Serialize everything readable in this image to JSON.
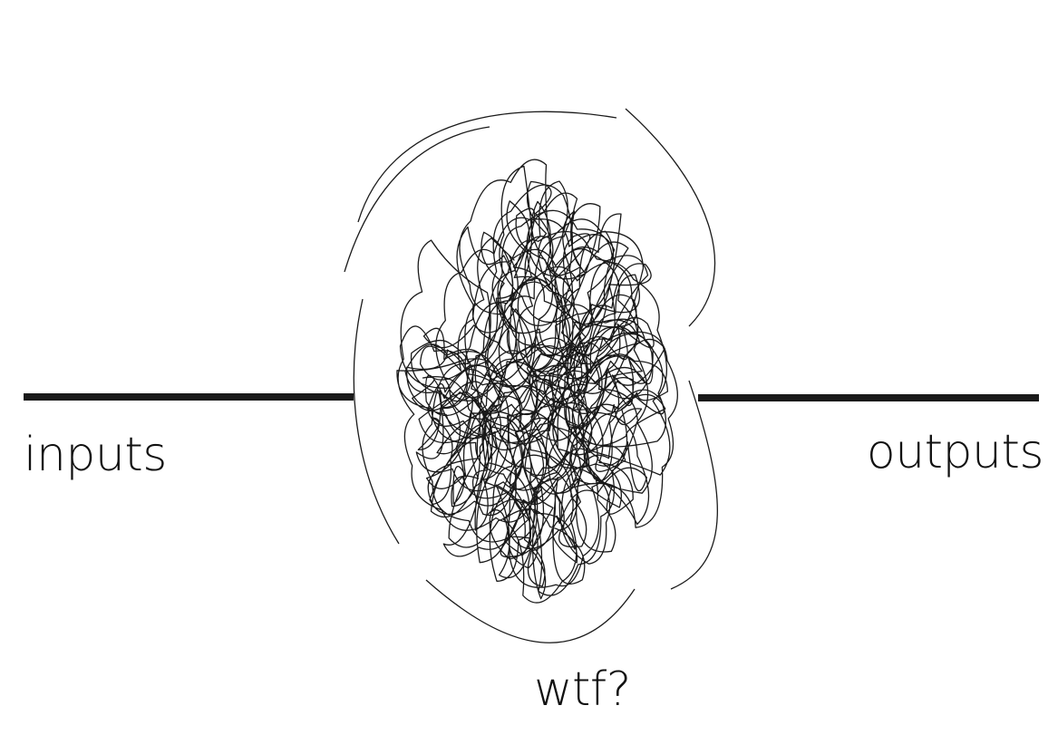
{
  "labels": {
    "inputs": "inputs",
    "outputs": "outputs",
    "center": "wtf?"
  },
  "colors": {
    "line": "#1a1a1a",
    "scribble": "#1a1a1a",
    "background": "#ffffff"
  }
}
